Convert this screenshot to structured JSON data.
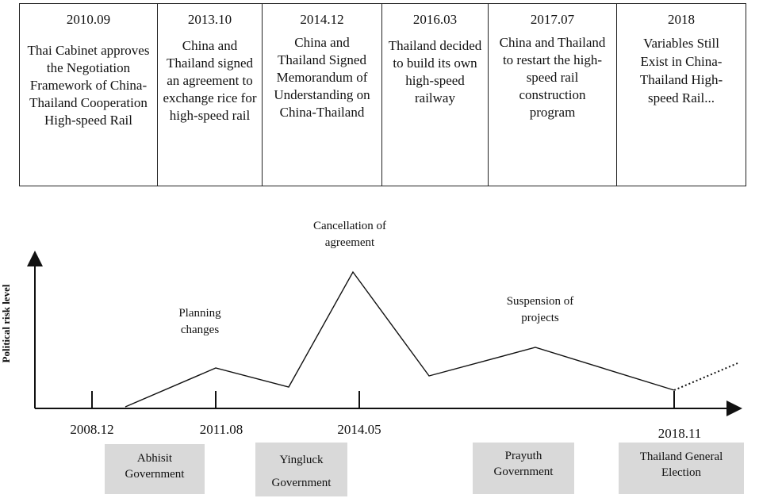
{
  "events": [
    {
      "year": "2010.09",
      "text": "Thai Cabinet approves the Negotiation Framework of China-Thailand Cooperation High-speed Rail"
    },
    {
      "year": "2013.10",
      "text": "China and Thailand signed an agreement to exchange rice for high-speed rail"
    },
    {
      "year": "2014.12",
      "text": "China and Thailand Signed Memorandum of Understanding on China-Thailand"
    },
    {
      "year": "2016.03",
      "text": "Thailand decided to build its own high-speed railway"
    },
    {
      "year": "2017.07",
      "text": "China and Thailand to restart the high-speed rail construction program"
    },
    {
      "year": "2018",
      "text": "Variables Still Exist in China-Thailand High-speed Rail..."
    }
  ],
  "y_axis_label": "Political risk level",
  "annotations": {
    "planning": "Planning changes",
    "cancellation": "Cancellation of agreement",
    "suspension": "Suspension of projects"
  },
  "timeline_ticks": [
    "2008.12",
    "2011.08",
    "2014.05",
    "2018.11"
  ],
  "governments": [
    "Abhisit Government",
    "Yingluck Government",
    "Prayuth Government",
    "Thailand General Election"
  ]
}
